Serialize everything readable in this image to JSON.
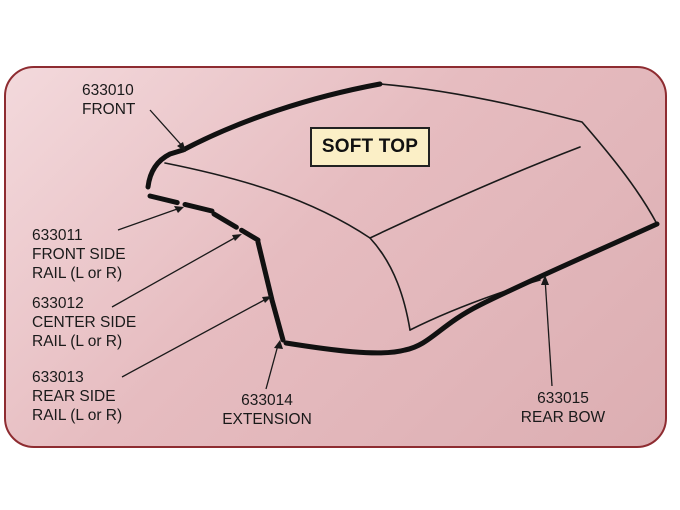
{
  "badge": {
    "title": "SOFT TOP"
  },
  "parts": {
    "front": {
      "number": "633010",
      "name": [
        "FRONT"
      ]
    },
    "front_side_rail": {
      "number": "633011",
      "name": [
        "FRONT SIDE",
        "RAIL (L or R)"
      ]
    },
    "center_side_rail": {
      "number": "633012",
      "name": [
        "CENTER SIDE",
        "RAIL (L or R)"
      ]
    },
    "rear_side_rail": {
      "number": "633013",
      "name": [
        "REAR SIDE",
        "RAIL (L or R)"
      ]
    },
    "extension": {
      "number": "633014",
      "name": [
        "EXTENSION"
      ]
    },
    "rear_bow": {
      "number": "633015",
      "name": [
        "REAR BOW"
      ]
    }
  },
  "colors": {
    "frame": "#8e2c31",
    "badge_fill": "#fbefc6",
    "ink": "#1a1a1a"
  }
}
